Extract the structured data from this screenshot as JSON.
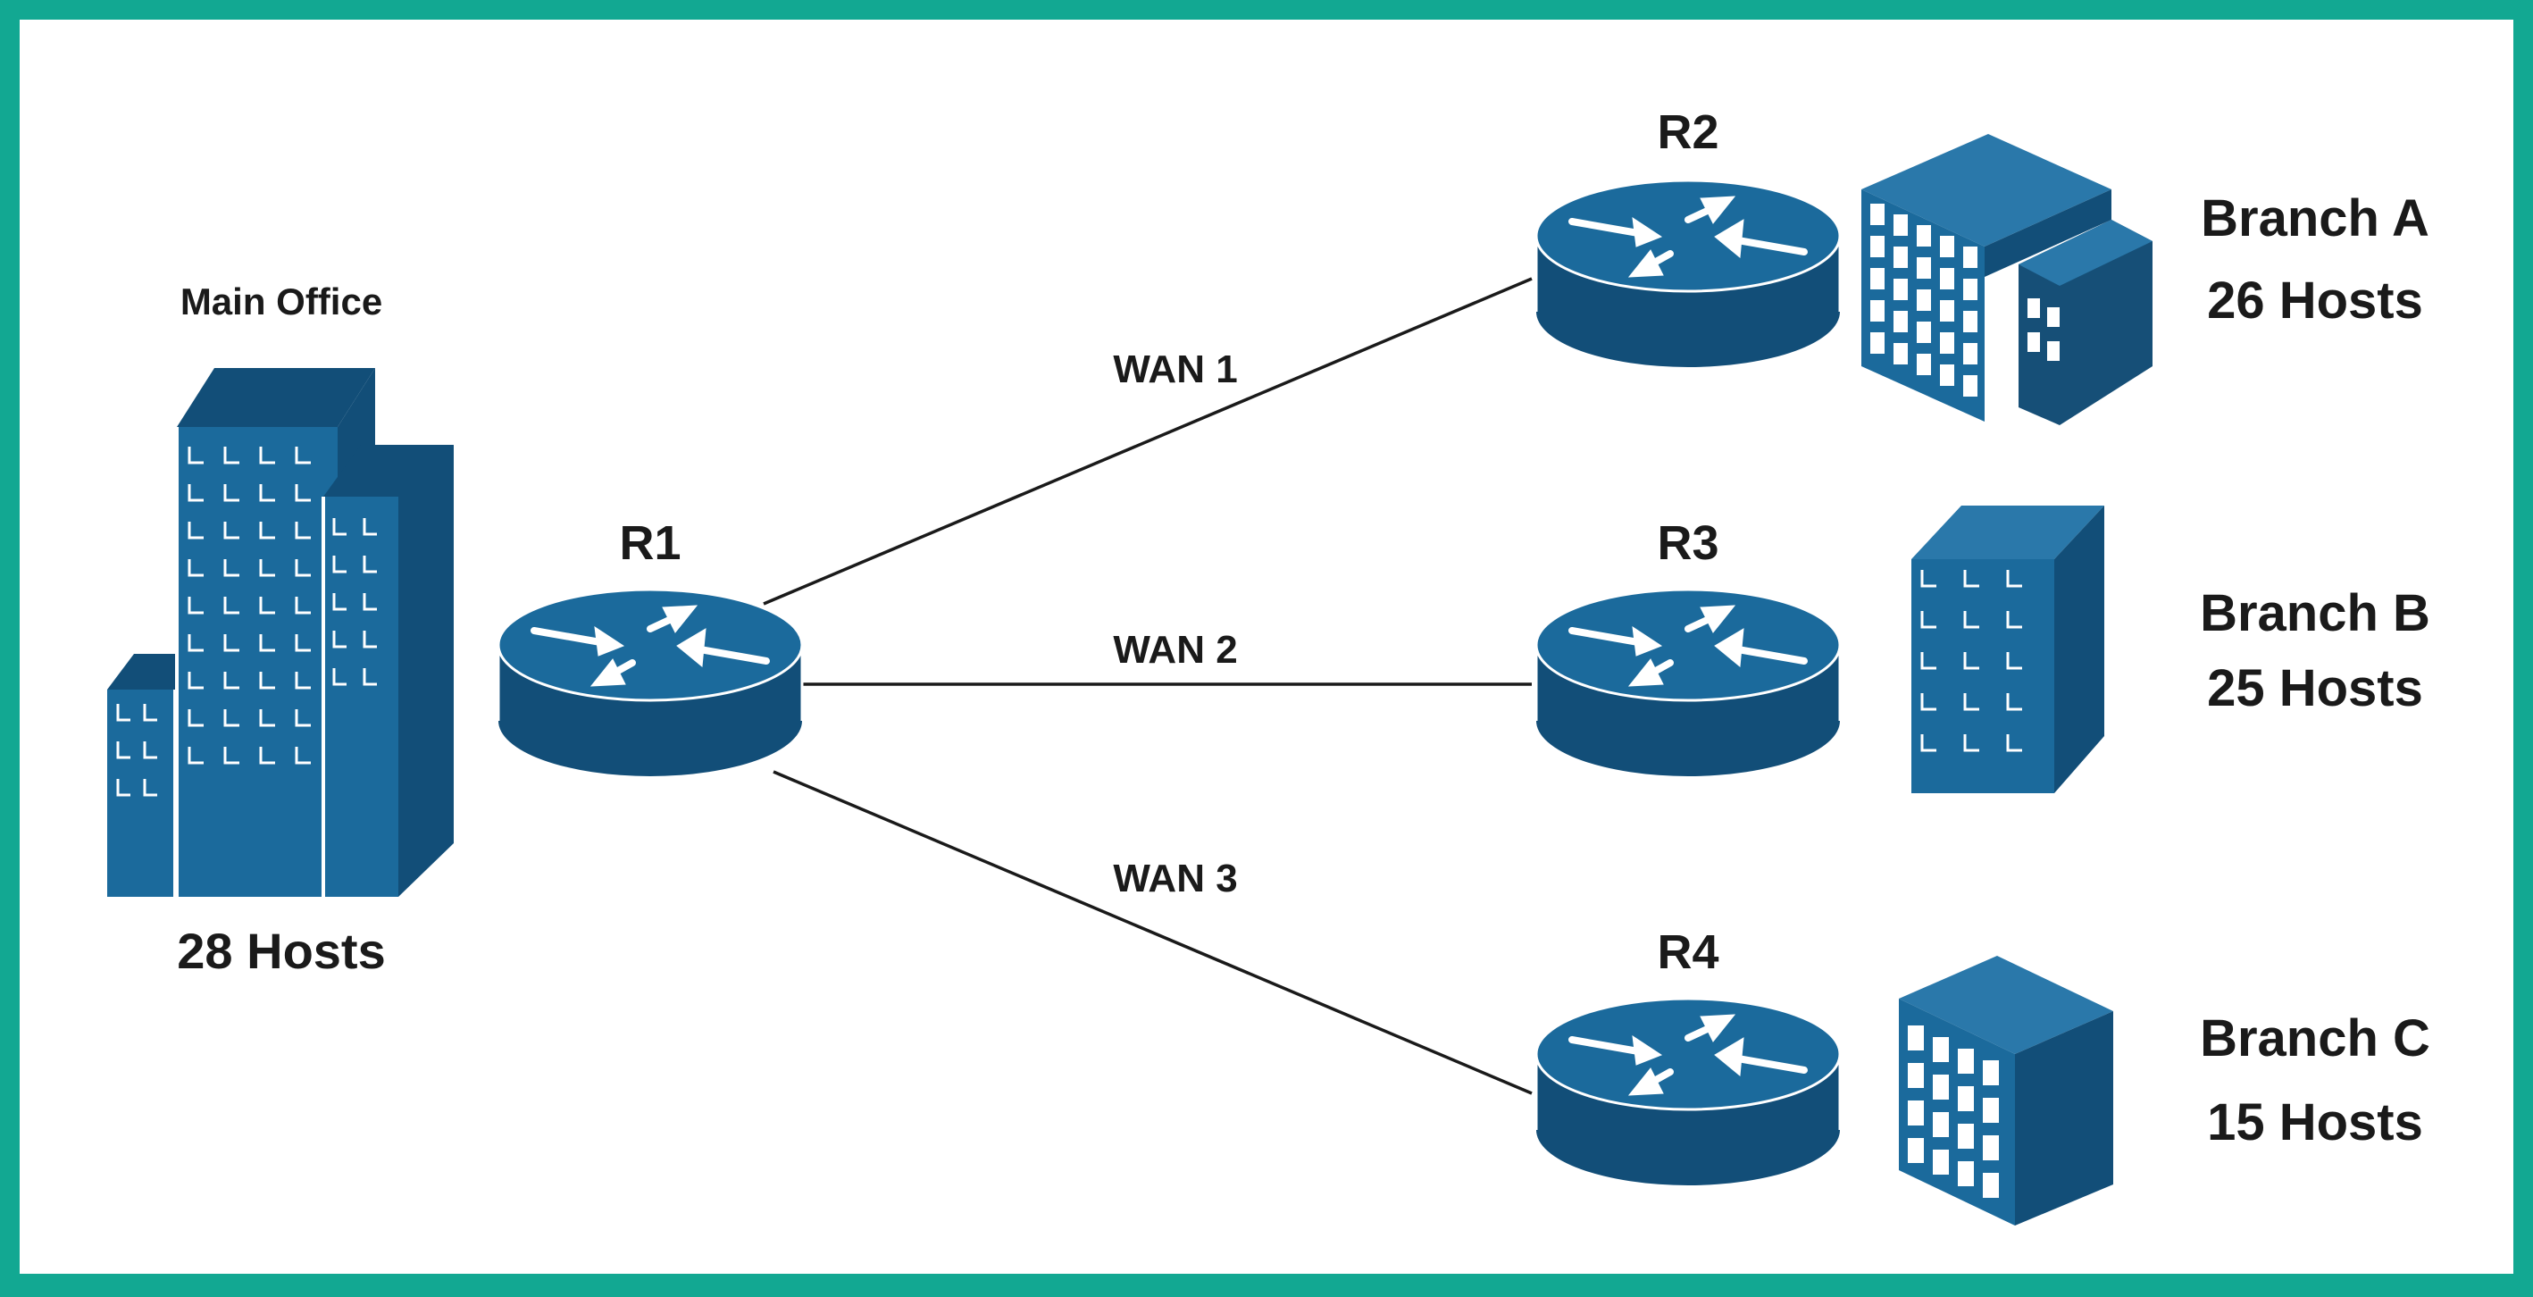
{
  "colors": {
    "border": "#12a892",
    "background": "#ffffff",
    "device_blue": "#1b6a9c",
    "device_dark": "#124e78",
    "link": "#1a1a1a",
    "text": "#1a1a1a"
  },
  "main_office": {
    "title": "Main Office",
    "hosts": "28 Hosts",
    "icon": "office-towers-icon"
  },
  "routers": [
    {
      "id": "r1",
      "label": "R1",
      "icon": "router-icon"
    },
    {
      "id": "r2",
      "label": "R2",
      "icon": "router-icon"
    },
    {
      "id": "r3",
      "label": "R3",
      "icon": "router-icon"
    },
    {
      "id": "r4",
      "label": "R4",
      "icon": "router-icon"
    }
  ],
  "links": [
    {
      "label": "WAN 1",
      "from": "R1",
      "to": "R2"
    },
    {
      "label": "WAN 2",
      "from": "R1",
      "to": "R3"
    },
    {
      "label": "WAN 3",
      "from": "R1",
      "to": "R4"
    }
  ],
  "branches": [
    {
      "name": "Branch A",
      "hosts": "26 Hosts",
      "router": "R2",
      "icon": "building-icon"
    },
    {
      "name": "Branch B",
      "hosts": "25 Hosts",
      "router": "R3",
      "icon": "building-icon"
    },
    {
      "name": "Branch C",
      "hosts": "15 Hosts",
      "router": "R4",
      "icon": "building-icon"
    }
  ]
}
